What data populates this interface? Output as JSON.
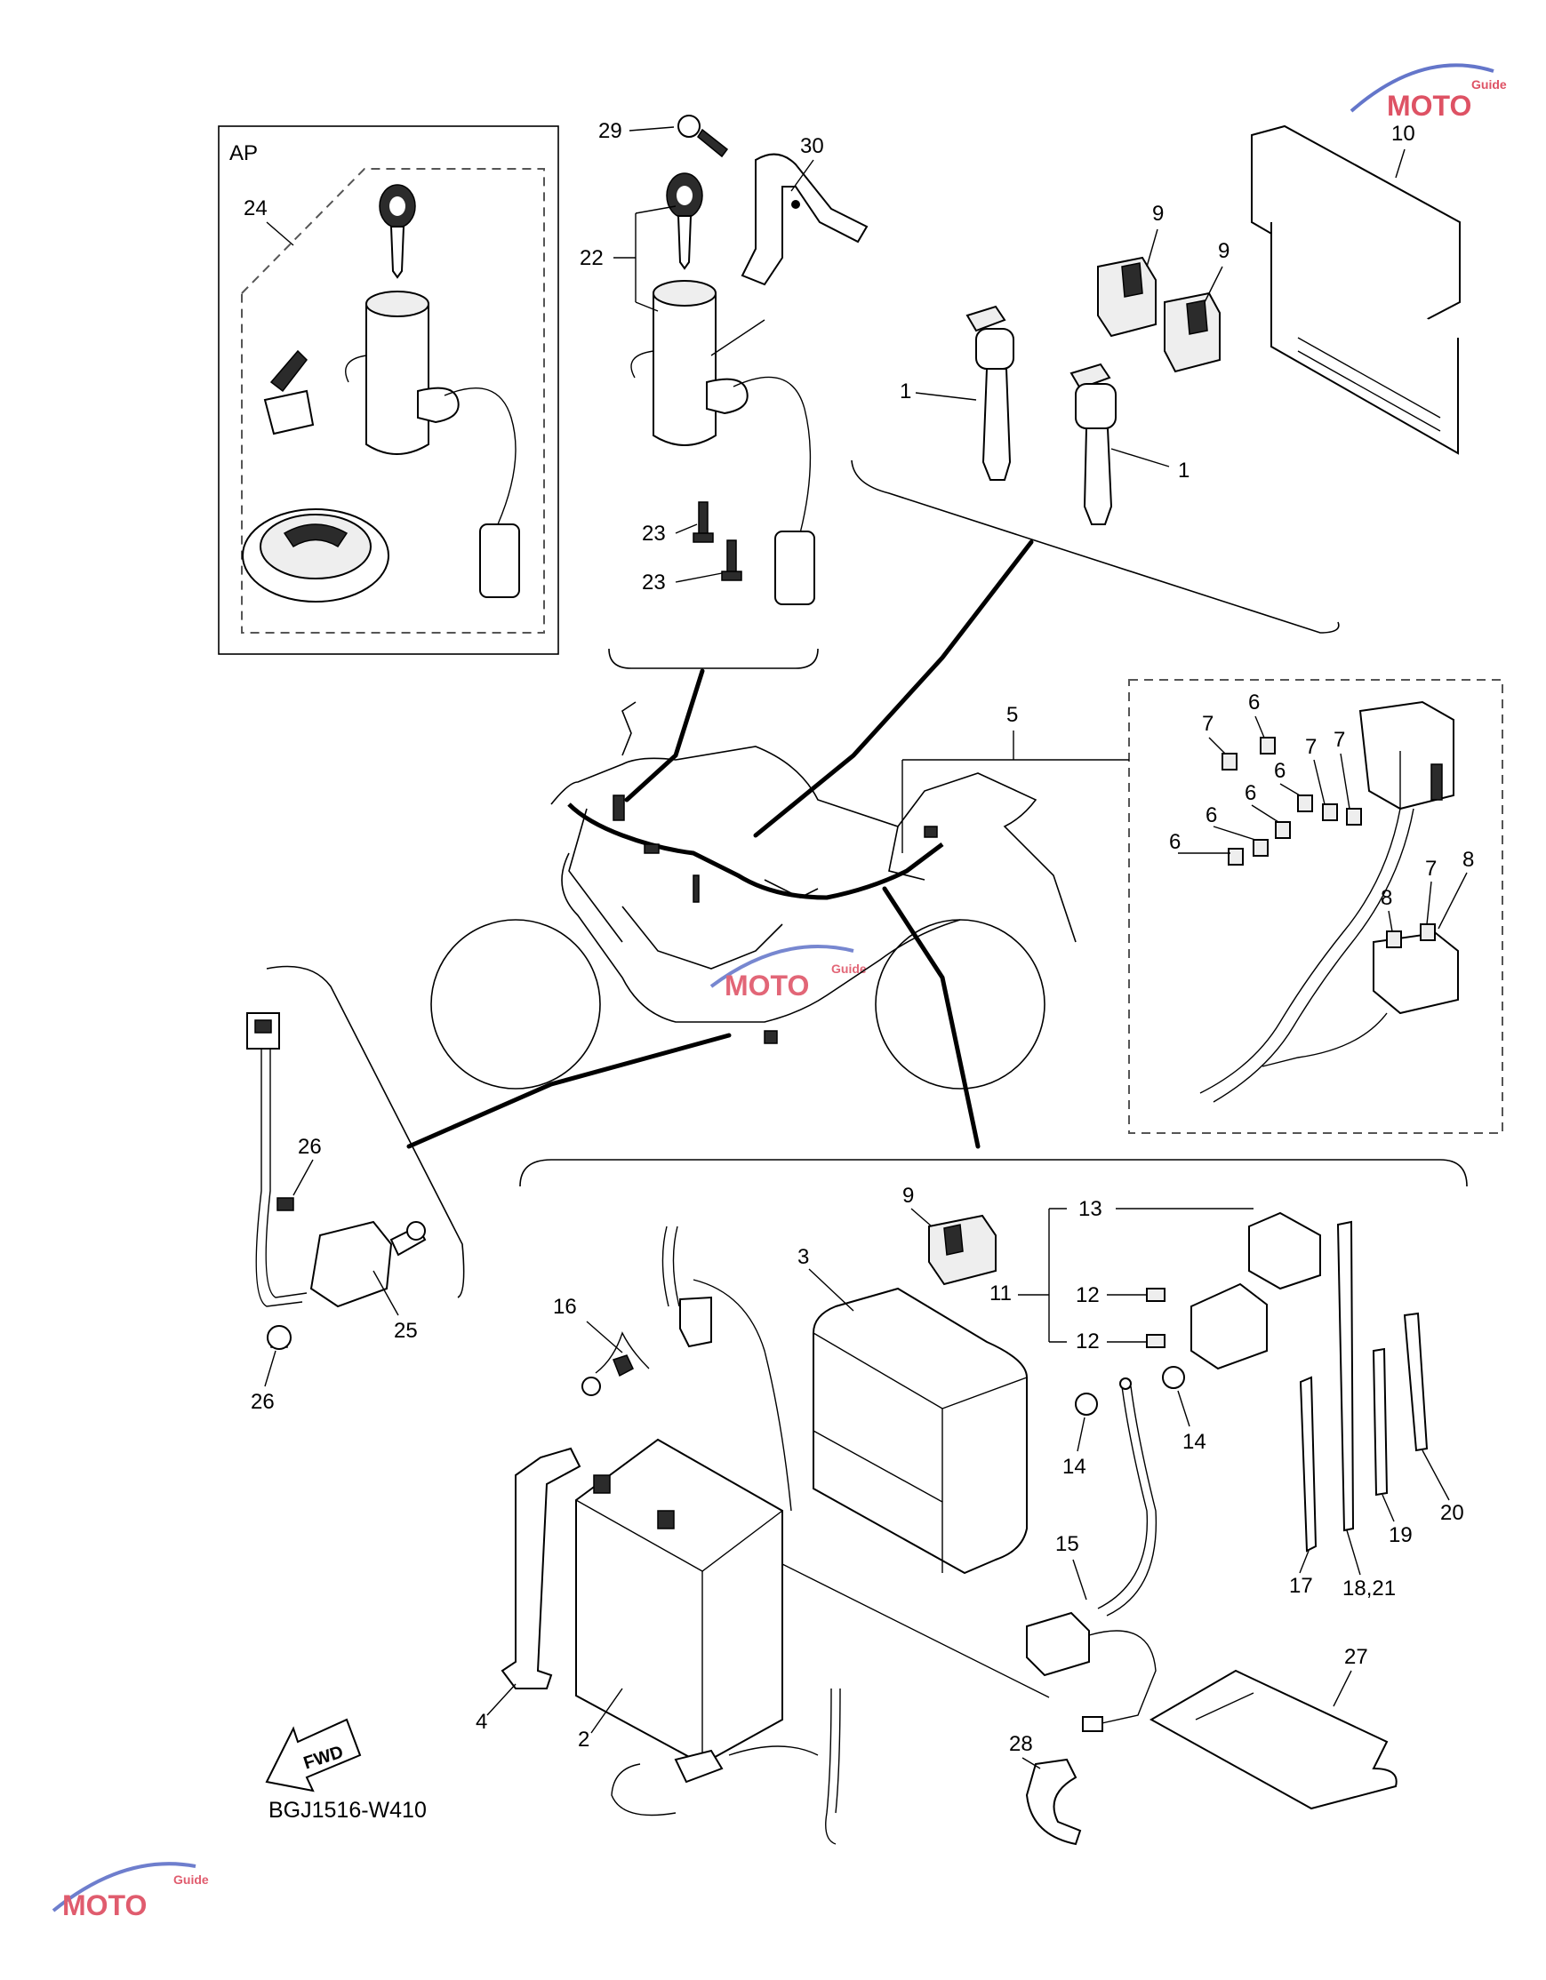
{
  "diagram": {
    "ap_label": "AP",
    "caption": "BGJ1516-W410",
    "fwd_label": "FWD",
    "watermark": {
      "main": "MOTO",
      "sub": "Guide"
    },
    "callouts": {
      "c1a": "1",
      "c1b": "1",
      "c2": "2",
      "c3": "3",
      "c4": "4",
      "c5": "5",
      "c6a": "6",
      "c6b": "6",
      "c6c": "6",
      "c6d": "6",
      "c6e": "6",
      "c7a": "7",
      "c7b": "7",
      "c7c": "7",
      "c8a": "8",
      "c8b": "8",
      "c9a": "9",
      "c9b": "9",
      "c9c": "9",
      "c10": "10",
      "c11": "11",
      "c12a": "12",
      "c12b": "12",
      "c13": "13",
      "c14a": "14",
      "c14b": "14",
      "c15": "15",
      "c16": "16",
      "c17": "17",
      "c18": "18,21",
      "c19": "19",
      "c20": "20",
      "c22": "22",
      "c23a": "23",
      "c23b": "23",
      "c24": "24",
      "c25": "25",
      "c26a": "26",
      "c26b": "26",
      "c27": "27",
      "c28": "28",
      "c29": "29",
      "c30": "30"
    }
  }
}
